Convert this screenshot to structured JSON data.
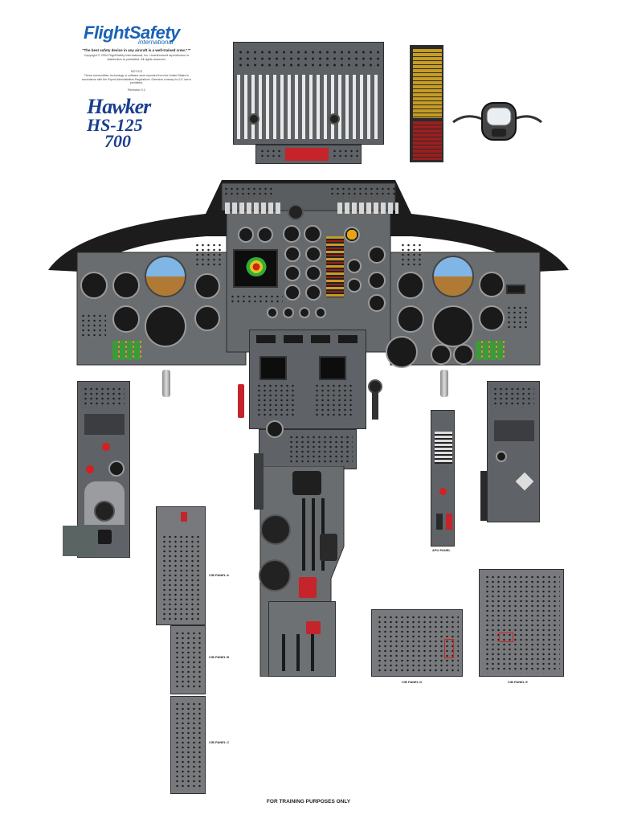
{
  "branding": {
    "company": "FlightSafety",
    "company_sub": "international",
    "tagline": "\"The best safety device in any aircraft is a well-trained crew.\"™",
    "copyright": "Copyright © 2004 FlightSafety International, Inc. Unauthorized reproduction or distribution is prohibited. All rights reserved.",
    "notice_heading": "NOTICE",
    "notice": "These commodities, technology or software were exported from the United States in accordance with the Export Administration Regulations. Diversion contrary to U.S. law is prohibited.",
    "revision": "Revision 0.1",
    "manufacturer": "Hawker",
    "model": "HS-125",
    "variant": "700"
  },
  "panels": {
    "cb_panel_a": "C/B PANEL A",
    "cb_panel_b": "C/B PANEL B",
    "cb_panel_c": "C/B PANEL C",
    "cb_panel_d": "C/B PANEL D",
    "cb_panel_e": "C/B PANEL E",
    "apu_panel": "APU PANEL"
  },
  "footer": "FOR TRAINING PURPOSES ONLY",
  "colors": {
    "brand_blue": "#1a62b5",
    "hawker_blue": "#1a3f8f",
    "panel_gray": "#5f6266",
    "glareshield": "#1c1c1c",
    "annunciator_amber": "#c69c24",
    "annunciator_red": "#9c1f1f"
  }
}
